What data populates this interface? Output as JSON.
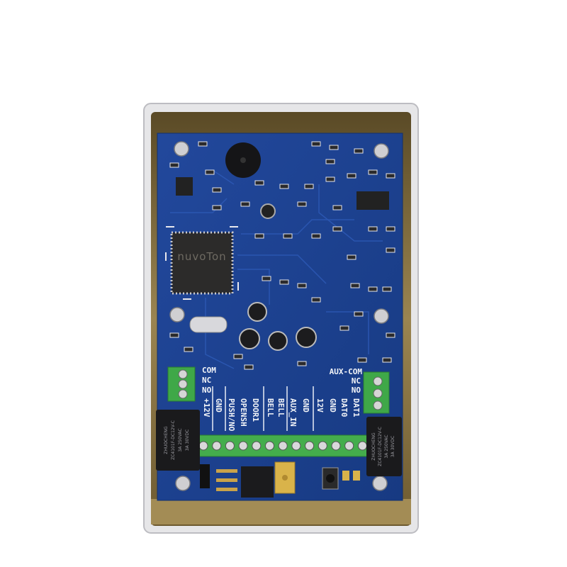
{
  "board": {
    "chip_brand": "nuvoTon",
    "left_relay_labels": [
      "ZHUOCHENG",
      "ZC4101F-DC12V-C",
      "3A 250VAC",
      "3A 30VDC"
    ],
    "right_relay_labels": [
      "ZHUOCHENG",
      "ZC4101F-DC12V-C",
      "3A 250VAC",
      "3A 30VDC"
    ],
    "left_contact_labels": [
      "COM",
      "NC",
      "NO"
    ],
    "right_contact_labels": [
      "AUX-COM",
      "NC",
      "NO"
    ],
    "terminal_labels": [
      "+12V",
      "GND",
      "PUSH/NO",
      "OPENSH",
      "DOOR1",
      "BELL",
      "BELL",
      "AUX_IN",
      "GND",
      "12V",
      "GND",
      "DAT0",
      "DAT1"
    ],
    "colors": {
      "pcb": "#1c3f8f",
      "enclosure": "#e4e4e6",
      "enclosure_inner": "#8a7440",
      "terminal": "#3fa848",
      "relay": "#1a1a1c"
    }
  }
}
